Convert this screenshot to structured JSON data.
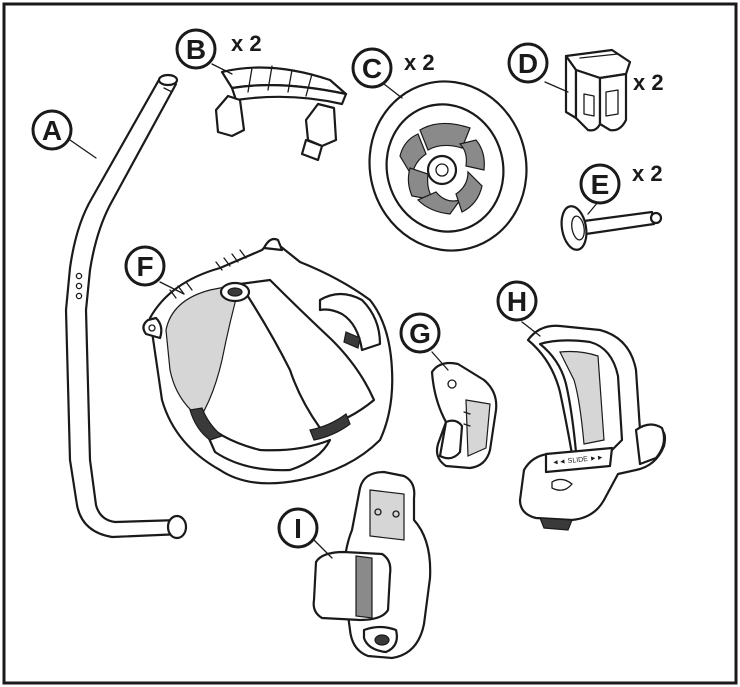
{
  "parts": [
    {
      "letter": "A",
      "qty": ""
    },
    {
      "letter": "B",
      "qty": "x 2"
    },
    {
      "letter": "C",
      "qty": "x 2"
    },
    {
      "letter": "D",
      "qty": "x 2"
    },
    {
      "letter": "E",
      "qty": "x 2"
    },
    {
      "letter": "F",
      "qty": ""
    },
    {
      "letter": "G",
      "qty": ""
    },
    {
      "letter": "H",
      "qty": ""
    },
    {
      "letter": "I",
      "qty": ""
    }
  ],
  "printed_text": {
    "slide_label": "◄◄ SLIDE ►►"
  },
  "colors": {
    "line": "#1a1a1a",
    "background": "#ffffff",
    "shade_dark": "#3a3a3a",
    "shade_mid": "#8a8a8a",
    "shade_light": "#d6d6d6"
  }
}
